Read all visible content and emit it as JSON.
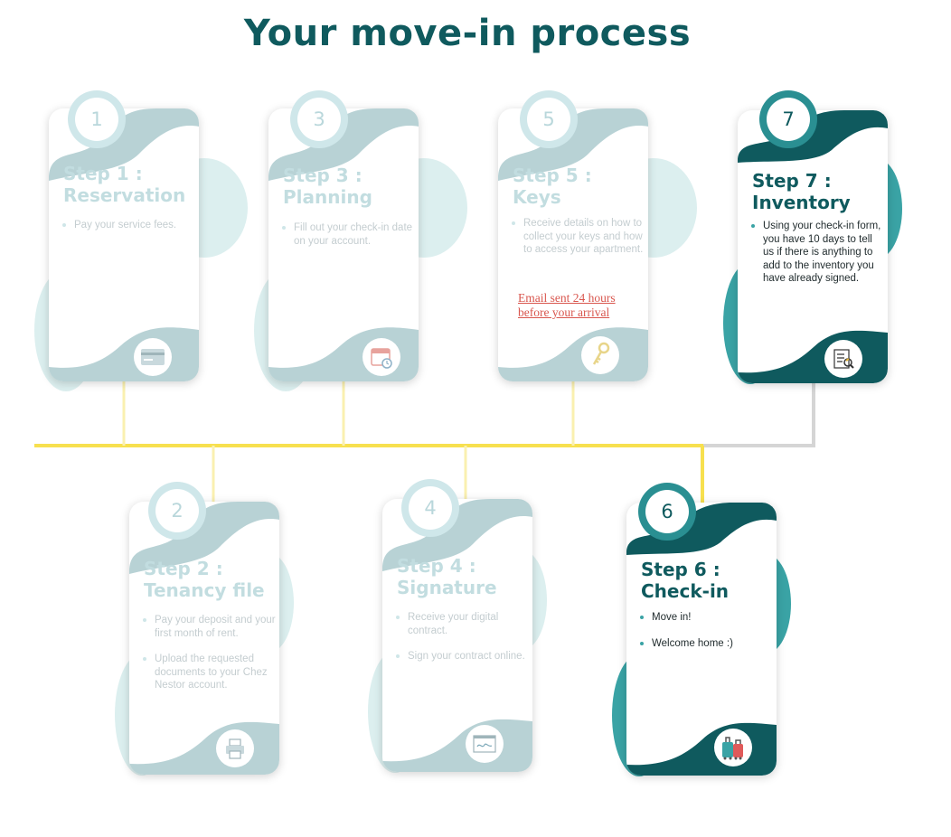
{
  "title": "Your move-in process",
  "colors": {
    "timeline_yellow": "#f7e04f",
    "timeline_done_gray": "#d5d5d5",
    "teal_dark": "#0f5a5e",
    "teal_accent": "#3aa3a5",
    "faded_wave": "#b8d2d5",
    "note_red": "#d9574f"
  },
  "steps": [
    {
      "number": "1",
      "title_line1": "Step 1 :",
      "title_line2": "Reservation",
      "bullets": [
        "Pay your service fees."
      ],
      "icon": "credit-card-icon",
      "state": "faded"
    },
    {
      "number": "2",
      "title_line1": "Step 2 :",
      "title_line2": "Tenancy file",
      "bullets": [
        "Pay your deposit and your first month of rent.",
        "Upload the requested documents to your Chez Nestor account."
      ],
      "icon": "printer-icon",
      "state": "faded"
    },
    {
      "number": "3",
      "title_line1": "Step 3 :",
      "title_line2": "Planning",
      "bullets": [
        "Fill out your check-in date on your account."
      ],
      "icon": "calendar-icon",
      "state": "faded"
    },
    {
      "number": "4",
      "title_line1": "Step 4 :",
      "title_line2": "Signature",
      "bullets": [
        "Receive your digital contract.",
        "Sign your contract online."
      ],
      "icon": "signature-icon",
      "state": "faded"
    },
    {
      "number": "5",
      "title_line1": "Step 5 :",
      "title_line2": "Keys",
      "bullets": [
        "Receive details on how to collect your keys and how to access your apartment."
      ],
      "note": "Email sent 24 hours before your arrival",
      "icon": "keys-icon",
      "state": "faded"
    },
    {
      "number": "6",
      "title_line1": "Step 6 :",
      "title_line2": "Check-in",
      "bullets": [
        "Move in!",
        "Welcome home :)"
      ],
      "icon": "luggage-icon",
      "state": "active"
    },
    {
      "number": "7",
      "title_line1": "Step 7 :",
      "title_line2": "Inventory",
      "bullets": [
        "Using your check-in form, you have 10 days to tell us if there is anything to add to the inventory you have already signed."
      ],
      "icon": "checklist-icon",
      "state": "active"
    }
  ]
}
